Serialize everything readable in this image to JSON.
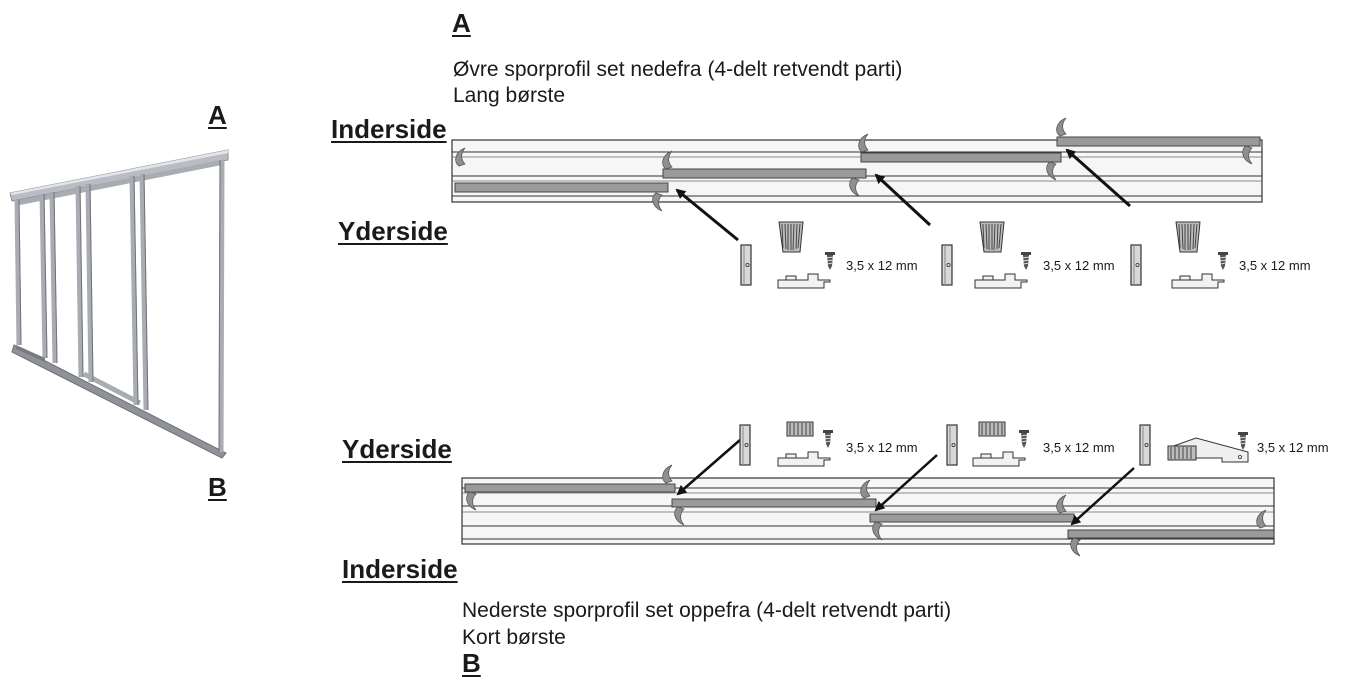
{
  "labels": {
    "top_section": "A",
    "top_caption_line1": "Øvre sporprofil set nedefra (4-delt retvendt parti)",
    "top_caption_line2": "Lang børste",
    "top_inside": "Inderside",
    "top_outside": "Yderside",
    "bottom_outside": "Yderside",
    "bottom_inside": "Inderside",
    "bottom_caption_line1": "Nederste sporprofil set oppefra (4-delt retvendt parti)",
    "bottom_caption_line2": "Kort børste",
    "bottom_section": "B",
    "photo_top": "A",
    "photo_bottom": "B"
  },
  "screw_size": "3,5 x 12 mm",
  "colors": {
    "rail_gray": "#9a9a9a",
    "rail_outline": "#555555",
    "profile_fill": "#f4f4f4",
    "arrow": "#111111"
  }
}
